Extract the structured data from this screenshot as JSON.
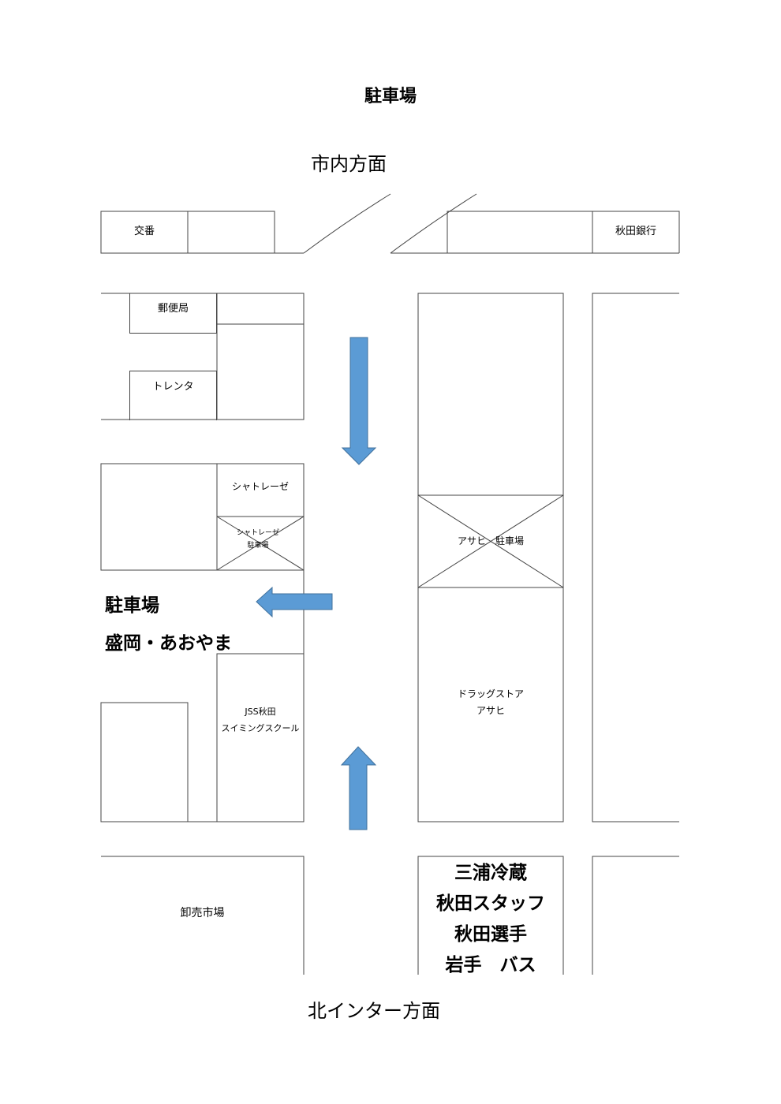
{
  "title": "駐車場",
  "directions": {
    "top": "市内方面",
    "bottom": "北インター方面"
  },
  "buildings": {
    "koban": "交番",
    "akita_bank": "秋田銀行",
    "post_office": "郵便局",
    "toyota_rental": "トレンタ",
    "chateraise": "シャトレーゼ",
    "chateraise_parking": "シャトレーゼ\n駐車場",
    "asahi_parking": "アサヒ　駐車場",
    "drugstore": "ドラッグストア\nアサヒ",
    "jss": "JSS秋田\nスイミングスクール",
    "wholesale_market": "卸売市場"
  },
  "parking_labels": {
    "line1": "駐車場",
    "line2": "盛岡・あおやま"
  },
  "bottom_list": [
    "三浦冷蔵",
    "秋田スタッフ",
    "秋田選手",
    "岩手　バス"
  ],
  "colors": {
    "arrow": "#5b9bd5",
    "arrow_border": "#41719c"
  },
  "icons": {
    "traffic_arrow": "arrow-icon"
  }
}
